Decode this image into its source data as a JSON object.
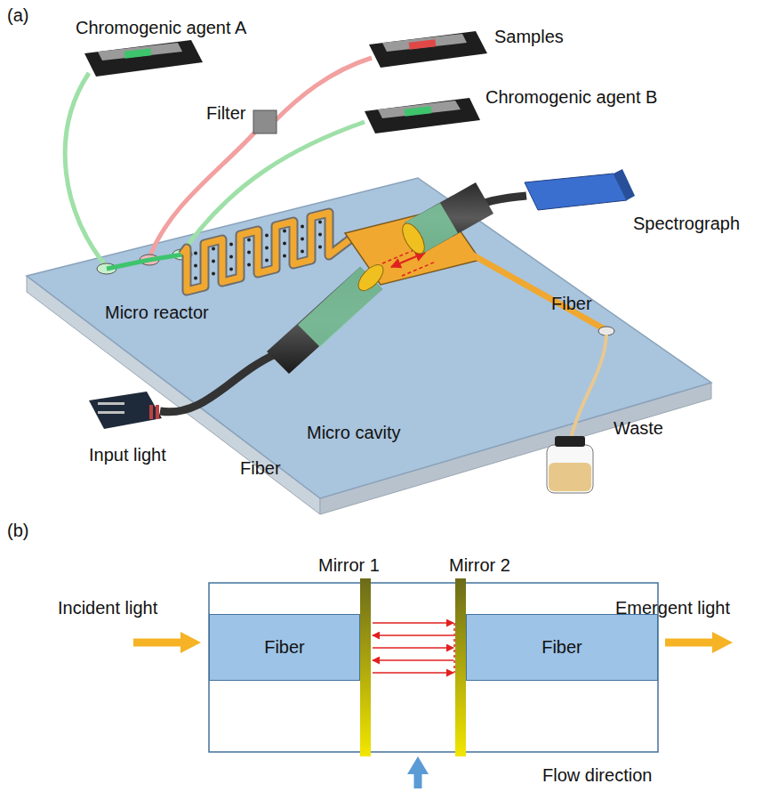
{
  "diagram": {
    "nodes": [
      {
        "text": [
          "Fiber"
        ]
      },
      {
        "text": [
          "Fiber"
        ]
      }
    ],
    "labels": [
      "(a)",
      "Chromogenic agent A",
      "Samples",
      "Filter",
      "Chromogenic agent B",
      "Spectrograph",
      "Fiber",
      "Micro reactor",
      "Micro cavity",
      "Input light",
      "Fiber",
      "Waste",
      "(b)",
      "Mirror 1",
      "Mirror 2",
      "Incident light",
      "Emergent light",
      "Flow direction"
    ]
  }
}
